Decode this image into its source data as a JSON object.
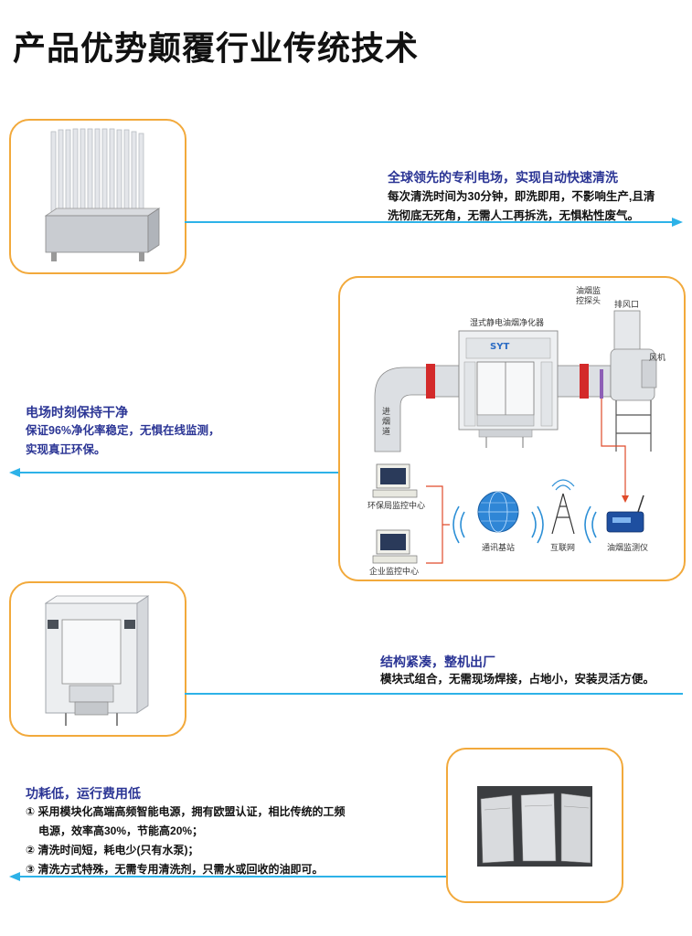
{
  "page": {
    "title": "产品优势颠覆行业传统技术"
  },
  "features": [
    {
      "title": "全球领先的专利电场，实现自动快速清洗",
      "body": [
        "每次清洗时间为30分钟，即洗即用，不影响生产,且清",
        "洗彻底无死角，无需人工再拆洗，无惧粘性废气。"
      ]
    },
    {
      "title": "电场时刻保持干净",
      "body": [
        "保证96%净化率稳定，无惧在线监测，",
        "实现真正环保。"
      ]
    },
    {
      "title": "结构紧凑，整机出厂",
      "body": [
        "模块式组合，无需现场焊接，占地小，安装灵活方便。"
      ]
    },
    {
      "title": "功耗低，运行费用低",
      "items": [
        "① 采用模块化高端高频智能电源，拥有欧盟认证，相比传统的工频",
        "   电源，效率高30%，节能高20%；",
        "② 清洗时间短，耗电少(只有水泵)；",
        "③ 清洗方式特殊，无需专用清洗剂，只需水或回收的油即可。"
      ]
    }
  ],
  "diagram": {
    "purifier_label": "湿式静电油烟净化器",
    "brand": "SYT",
    "probe_label": [
      "油烟监",
      "控探头"
    ],
    "exhaust_label": "排风口",
    "fan_label": "风机",
    "inlet_label": [
      "进",
      "烟",
      "道"
    ],
    "center1": "环保局监控中心",
    "center2": "企业监控中心",
    "station": "通讯基站",
    "internet": "互联网",
    "monitor": "油烟监测仪"
  },
  "colors": {
    "accent_orange": "#f2a93b",
    "line_blue": "#2db2e8",
    "title_navy": "#2b3595"
  }
}
